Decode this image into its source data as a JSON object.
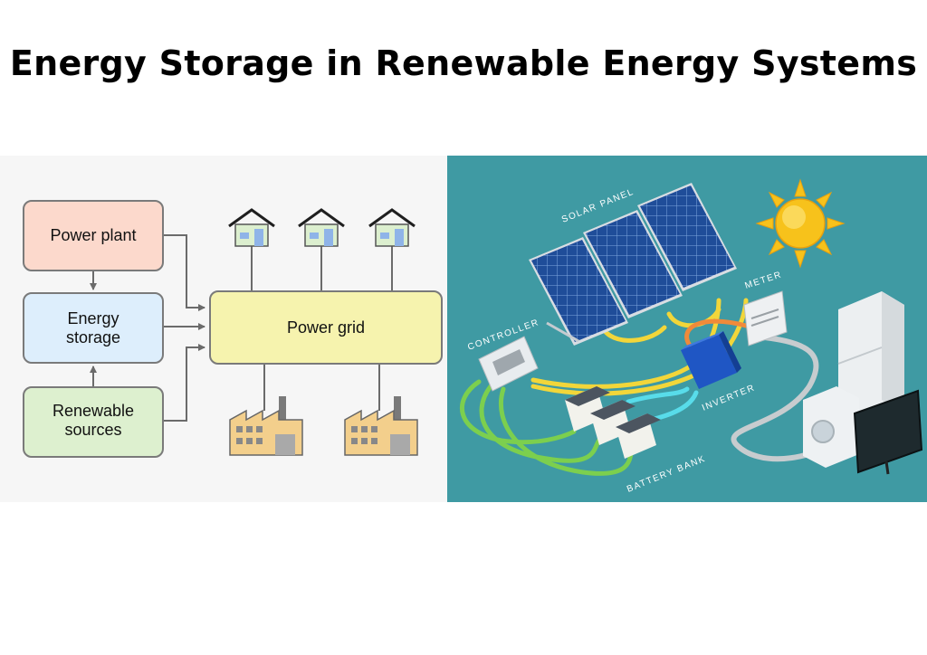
{
  "title": "Energy Storage in Renewable Energy Systems",
  "block_diagram": {
    "power_plant": "Power plant",
    "energy_storage": [
      "Energy",
      "storage"
    ],
    "renewable_sources": [
      "Renewable",
      "sources"
    ],
    "power_grid": "Power grid",
    "house_count": 3,
    "factory_count": 2
  },
  "solar_illustration": {
    "solar_panel": "SOLAR PANEL",
    "meter": "METER",
    "controller": "CONTROLLER",
    "inverter": "INVERTER",
    "battery_bank": "BATTERY BANK"
  },
  "colors": {
    "power_plant_fill": "#fcd9cc",
    "storage_fill": "#ddeefc",
    "renewable_fill": "#ddf0cf",
    "grid_fill": "#f6f3ae",
    "scene_bg": "#3f9aa3",
    "panel_blue": "#1f4d99",
    "sun": "#f7c21b"
  }
}
